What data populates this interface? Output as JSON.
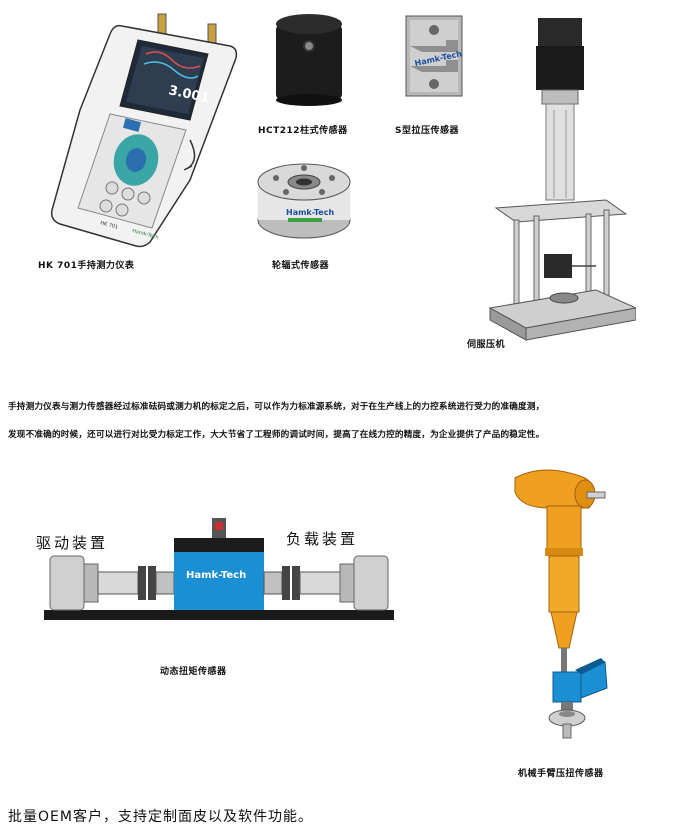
{
  "products": {
    "handheld": {
      "caption": "HK 701手持测力仪表",
      "screen_value": "3.001",
      "brand_label": "Hamk-Tech"
    },
    "column_sensor": {
      "caption": "HCT212柱式传感器"
    },
    "s_sensor": {
      "caption": "S型拉压传感器",
      "brand_label": "Hamk-Tech"
    },
    "spoke_sensor": {
      "caption": "轮辐式传感器",
      "brand_label": "Hamk-Tech"
    },
    "servo_press": {
      "caption": "伺服压机"
    }
  },
  "description": {
    "line1": "手持测力仪表与测力传感器经过标准砝码或测力机的标定之后，可以作为力标准源系统，对于在生产线上的力控系统进行受力的准确度测，",
    "line2": "发现不准确的时候，还可以进行对比受力标定工作，大大节省了工程师的调试时间，提高了在线力控的精度，为企业提供了产品的稳定性。"
  },
  "torque": {
    "drive_label": "驱动装置",
    "load_label": "负载装置",
    "brand_label": "Hamk-Tech",
    "caption": "动态扭矩传感器"
  },
  "robot_arm": {
    "caption": "机械手臂压扭传感器"
  },
  "footer": {
    "text": "批量OEM客户，支持定制面皮以及软件功能。"
  },
  "colors": {
    "torque_blue": "#1a8fd3",
    "arm_orange": "#f0a020",
    "screen_teal": "#3aa6a6"
  }
}
